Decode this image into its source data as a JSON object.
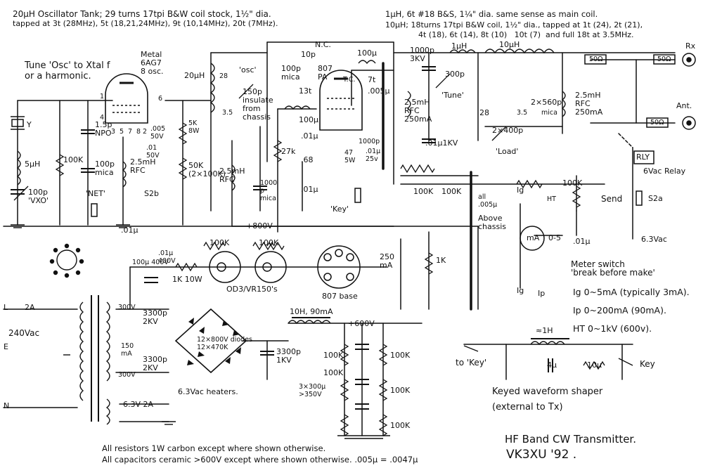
{
  "header": {
    "osc_tank_line1": "20μH Oscillator Tank; 29 turns 17tpi B&W coil stock, 1½\" dia.",
    "osc_tank_line2": "tapped at 3t (28MHz), 5t (18,21,24MHz), 9t (10,14MHz), 20t (7MHz).",
    "link_coil": "1μH, 6t #18 B&S, 1¼\" dia. same sense as main coil.",
    "main_coil_line1": "10μH; 18turns 17tpi B&W coil, 1½\" dia., tapped at 1t (24), 2t (21),",
    "main_coil_line2": "4t (18), 6t (14), 8t (10)   10t (7)  and full 18t at 3.5MHz."
  },
  "notes": {
    "tune_osc": "Tune 'Osc' to Xtal f\nor a harmonic.",
    "meter_switch": "Meter switch\n'break before make'",
    "ig_range": "Ig  0~5mA (typically 3mA).",
    "ip_range": "Ip  0~200mA (90mA).",
    "ht_range": "HT  0~1kV (600v).",
    "shaper_title": "Keyed waveform shaper",
    "shaper_note": "(external to Tx)",
    "resistor_note": "All resistors  1W carbon except where shown otherwise.",
    "capacitor_note": "All capacitors ceramic >600V except where shown otherwise.  .005μ = .0047μ",
    "title": "HF Band CW Transmitter.",
    "callsign_year": "VK3XU   '92 ."
  },
  "labels": {
    "osc_tube": "Metal\n6AG7\n8 osc.",
    "pa_tube": "807\nPA",
    "xtal": "Y",
    "l_5u": "5μH",
    "vxo": "100p\n'VXO'",
    "npo": "1.5p\nNPO",
    "c_100p_mica_left": "100p\nmica",
    "net": "'NET'",
    "r_100k_left": "100K",
    "rfc_osc": "2.5mH\nRFC",
    "c_005_50v": ".005\n50V",
    "c_01_50v": ".01\n50V",
    "s2b": "S2b",
    "c_01u_bottom": ".01μ",
    "r_5k": "5K\n8W",
    "r_50k": "50K\n(2×100K)",
    "coil_20uh": "20μH",
    "tap_28": "28",
    "tap_35": "3.5",
    "osc_tune_label": "'osc'",
    "c_150p": "150p\ninsulate\nfrom\nchassis",
    "rfc_right": "2.5mH\nRFC",
    "c_100p_mica_mid": "100p\nmica",
    "c_1000p_mica": "1000\np\nmica",
    "c_10p": "10p",
    "nc": "N.C.",
    "r_27k": "27k",
    "coil_13t": "13t",
    "c_100u": "100μ",
    "r_100u_top": "100μ",
    "t_7t": "7t",
    "tc": "T.C.",
    "c_005u": ".005μ",
    "c_01u_left": ".01μ",
    "c_68": ".68",
    "c_01u_key": ".01μ",
    "key_label": "'Key'",
    "c_01u_25v": ".01μ\n25v",
    "c_1000p_pa": "1000p",
    "r_47": "47\n5W",
    "c_1000p_3kv": "1000p\n3KV",
    "c_300p": "300p",
    "tune_label": "'Tune'",
    "rfc_pa": "2.5mH\nRFC\n250mA",
    "c_01u_1kv": ".01μ1KV",
    "l_1uh": "1μH",
    "l_10uh": "10μH",
    "t_28": "28",
    "t_35": "3.5",
    "c_2x560p": "2×560p",
    "mica": "mica",
    "c_2x400p": "2×400p",
    "load_label": "'Load'",
    "rfc_out": "2.5mH\nRFC\n250mA",
    "coax_50a": "50Ω",
    "coax_50b": "50Ω",
    "coax_50c": "50Ω",
    "rx": "Rx",
    "ant": "Ant.",
    "rly": "RLY",
    "relay_label": "6Vac Relay",
    "send": "Send",
    "s2a": "S2a",
    "v63ac": "6.3Vac",
    "plus800": "+800V",
    "r_100k_a": "100K",
    "r_100k_b": "100K",
    "r_100k_c": "100K",
    "ig_label": "Ig",
    "ht_label": "HT",
    "c_005u_all": "all\n.005μ",
    "above_chassis": "Above\nchassis",
    "meter": "mA",
    "meter_range": "0-5",
    "c_01u_meter": ".01μ",
    "ig_sw": "Ig",
    "ip_sw": "Ip",
    "r_1k": "1K",
    "ma250": "250\nmA",
    "c_01u_400v": ".01μ\n400V",
    "c_100u_400v": "100μ 400V",
    "r_1k_10w": "1K 10W",
    "r_100k_vr1": "100K",
    "r_100k_vr2": "100K",
    "vr_tubes": "OD3/VR150's",
    "base_807": "807 base",
    "l_label": "L",
    "fuse_2a": "2A",
    "mains": "240Vac",
    "e_label": "E",
    "n_label": "N",
    "sec_300v_a": "300V",
    "sec_150ma": "150\nmA",
    "sec_300v_b": "300V",
    "c_3300p_2kv_a": "3300p\n2KV",
    "c_3300p_2kv_b": "3300p\n2KV",
    "diodes": "12×800V diodes\n12×470K",
    "heaters": "6.3Vac heaters.",
    "sec_63v": "6.3V 2A",
    "choke_10h": "10H, 90mA",
    "plus600": "+600V",
    "c_3300p_1kv": "3300p\n1KV",
    "r_100k_f1": "100K",
    "r_100k_f2": "100K",
    "r_100k_f3": "100K",
    "r_100k_f4": "100K",
    "r_100k_f5": "100K",
    "c_3x300u": "3×300μ\n>350V",
    "choke_1h": "≈1H",
    "c_4u": "4μ",
    "r_10u": "10μ",
    "to_key": "to 'Key'",
    "key_right": "Key",
    "pin_1": "1",
    "pin_4": "4",
    "pin_3": "3",
    "pin_5": "5",
    "pin_7": "7",
    "pin_8": "8",
    "pin_6": "6",
    "pin_2": "2"
  }
}
